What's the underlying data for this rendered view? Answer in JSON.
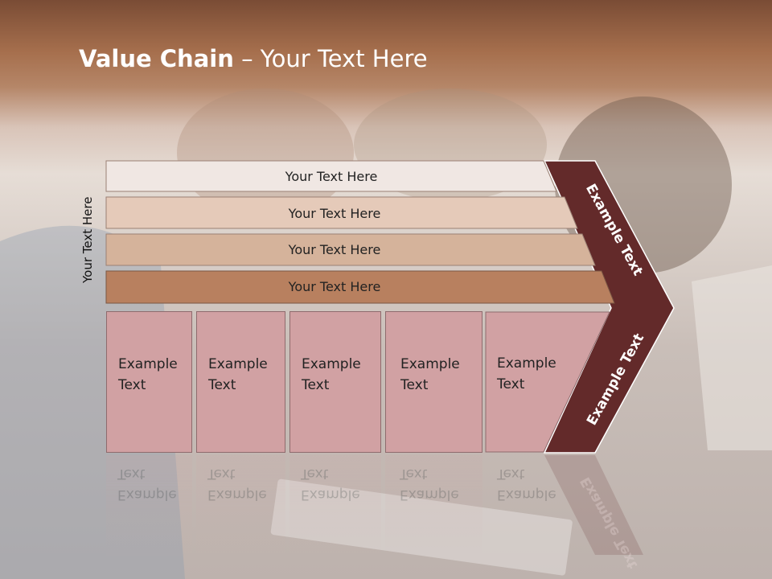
{
  "title": {
    "bold": "Value Chain",
    "rest": " – Your Text Here"
  },
  "side_label": "Your Text Here",
  "bands": [
    "Your Text Here",
    "Your Text Here",
    "Your Text Here",
    "Your Text Here"
  ],
  "boxes": [
    {
      "line1": "Example",
      "line2": "Text"
    },
    {
      "line1": "Example",
      "line2": "Text"
    },
    {
      "line1": "Example",
      "line2": "Text"
    },
    {
      "line1": "Example",
      "line2": "Text"
    },
    {
      "line1": "Example",
      "line2": "Text"
    }
  ],
  "chevron": {
    "upper_label": "Example Text",
    "lower_label": "Example Text"
  },
  "colors": {
    "band1": "#f0e7e3",
    "band2": "#e5cab9",
    "band3": "#d5b39b",
    "band4": "#b8805f",
    "box": "#d1a1a3",
    "chevron": "#632a2a"
  }
}
